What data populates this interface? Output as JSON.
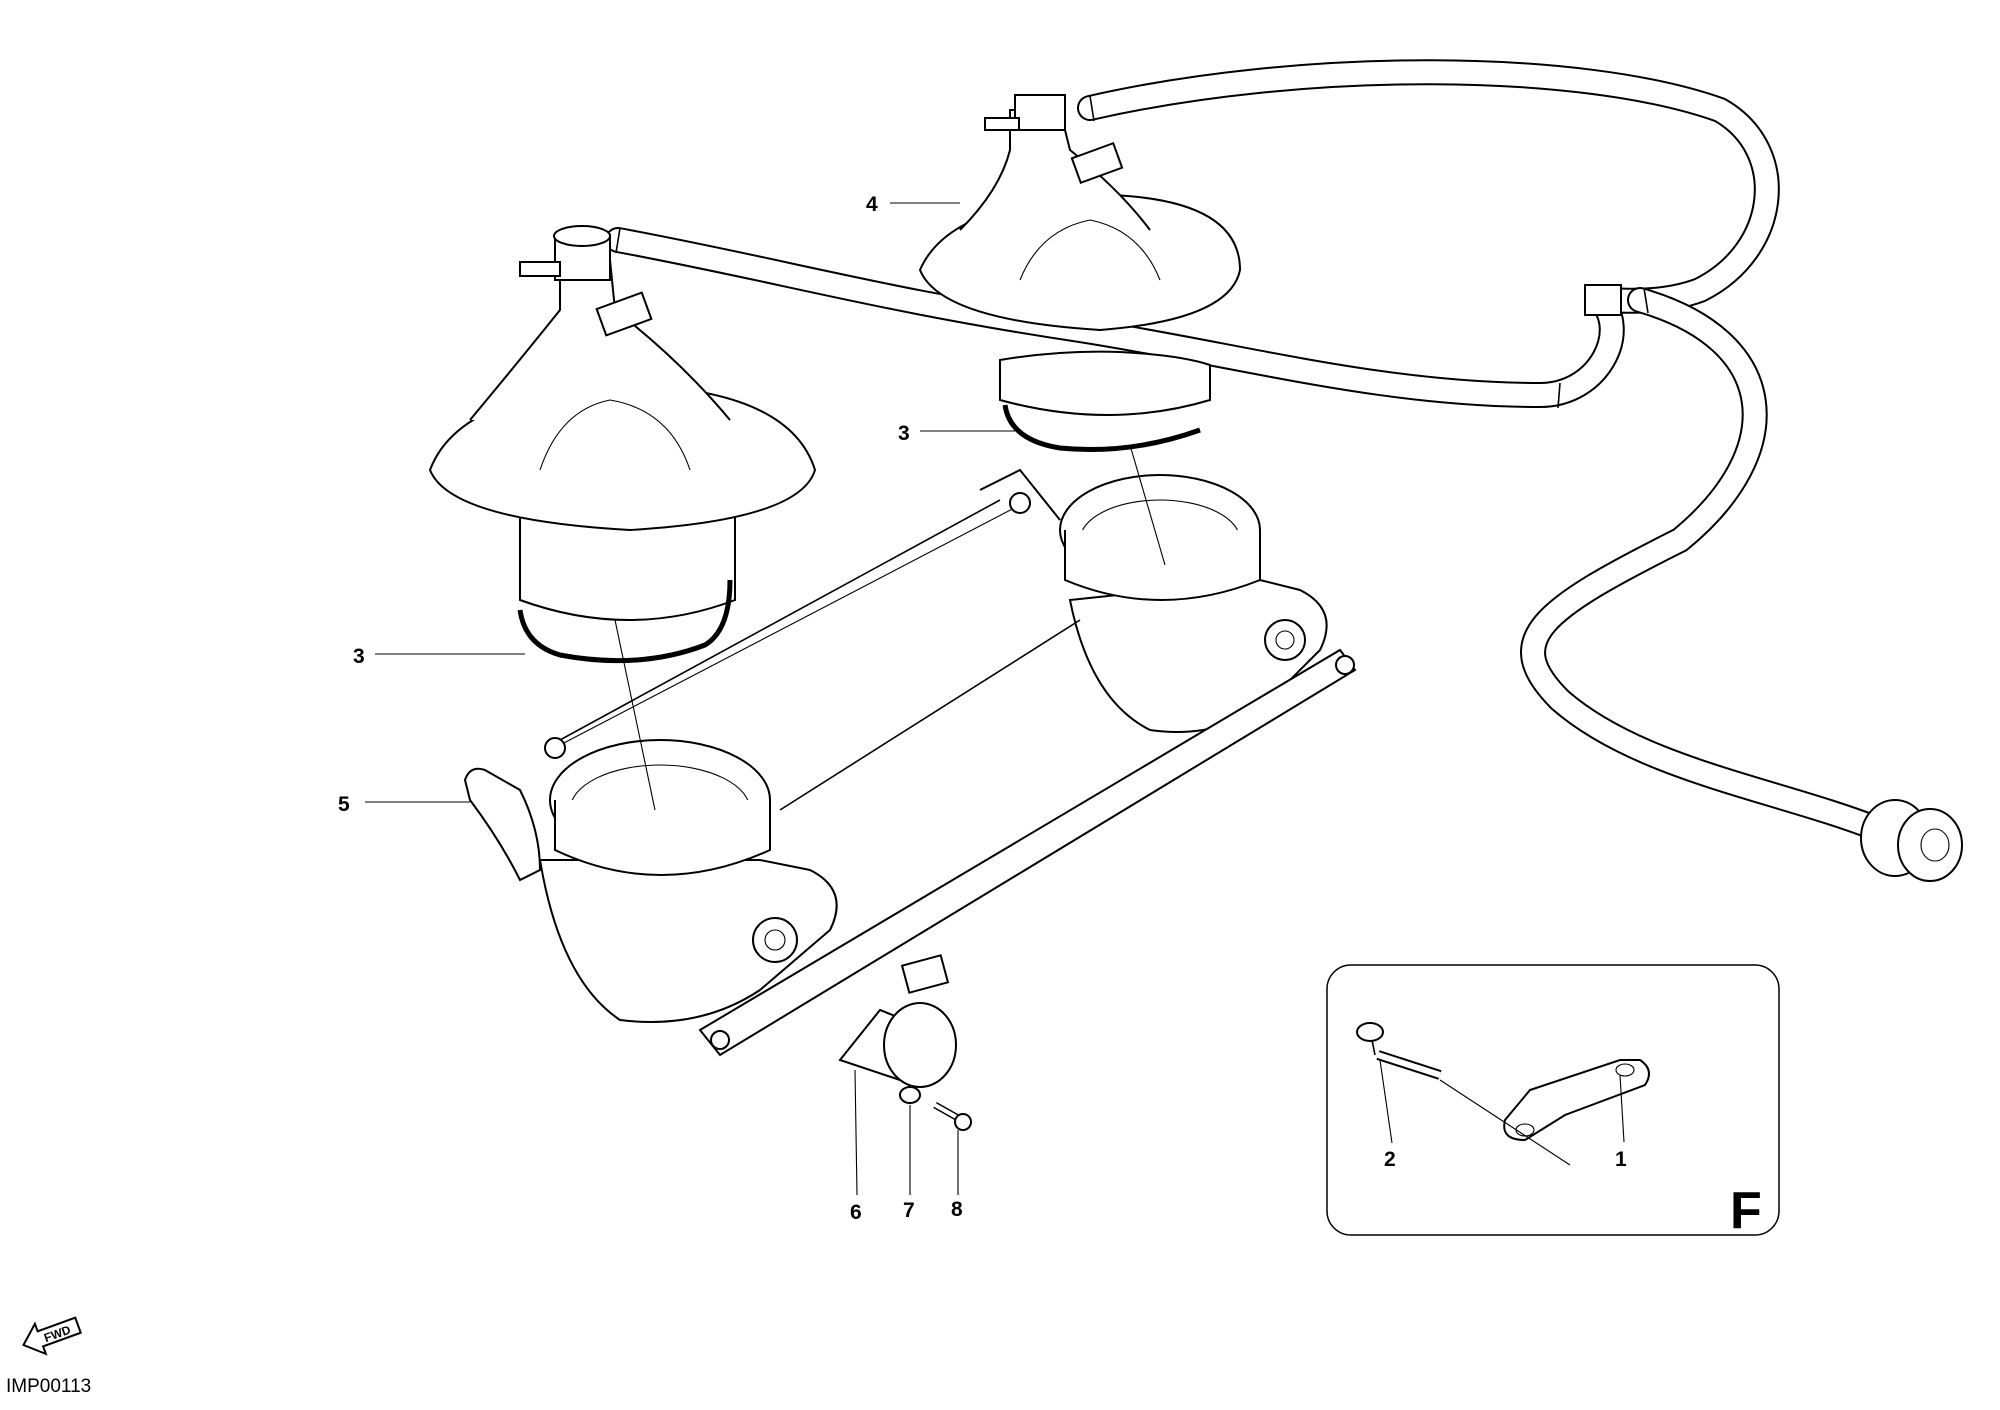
{
  "callouts": {
    "c1": "1",
    "c2": "2",
    "c3a": "3",
    "c3b": "3",
    "c4": "4",
    "c5": "5",
    "c6": "6",
    "c7": "7",
    "c8": "8"
  },
  "detail": {
    "letter": "F"
  },
  "fwd_label": "FWD",
  "reference_code": "IMP00113"
}
